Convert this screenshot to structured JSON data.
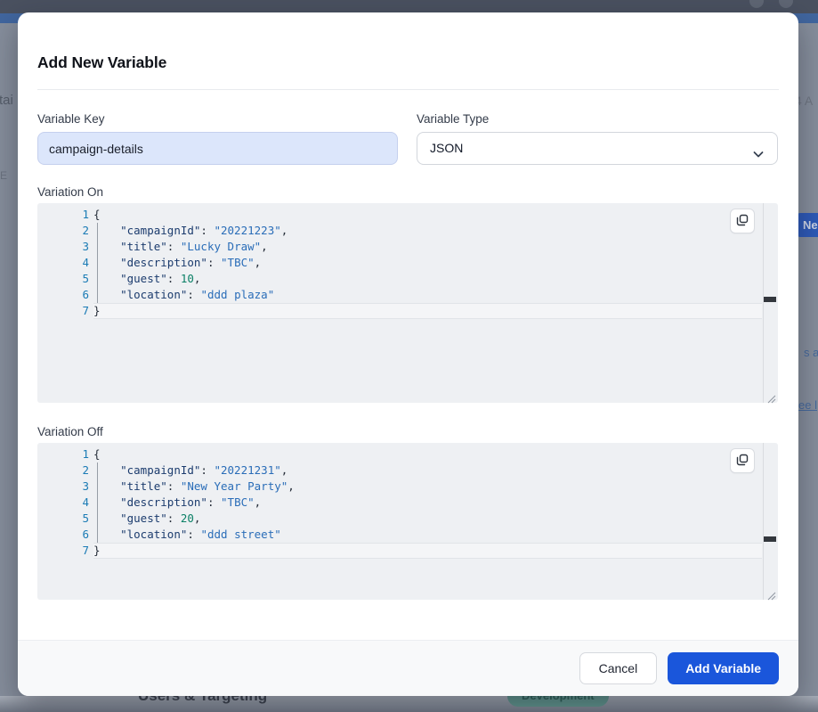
{
  "background_page": {
    "left_text_fragment_top": "tai",
    "left_text_fragment_bottom": "E",
    "right_text_fragment_top": "4 A",
    "right_button_fragment": "Ne",
    "right_link_fragment_1": "s a",
    "right_link_fragment_2": "ee l",
    "bottom_heading": "Users & Targeting",
    "bottom_badge": "Development"
  },
  "modal": {
    "title": "Add New Variable",
    "variable_key": {
      "label": "Variable Key",
      "value": "campaign-details"
    },
    "variable_type": {
      "label": "Variable Type",
      "value": "JSON"
    },
    "variation_on": {
      "label": "Variation On",
      "code_lines": [
        "{",
        "    \"campaignId\": \"20221223\",",
        "    \"title\": \"Lucky Draw\",",
        "    \"description\": \"TBC\",",
        "    \"guest\": 10,",
        "    \"location\": \"ddd plaza\"",
        "}"
      ]
    },
    "variation_off": {
      "label": "Variation Off",
      "code_lines": [
        "{",
        "    \"campaignId\": \"20221231\",",
        "    \"title\": \"New Year Party\",",
        "    \"description\": \"TBC\",",
        "    \"guest\": 20,",
        "    \"location\": \"ddd street\"",
        "}"
      ]
    },
    "footer": {
      "cancel_label": "Cancel",
      "submit_label": "Add Variable"
    }
  },
  "icons": {
    "copy": "copy-icon",
    "chevron": "chevron-down-icon",
    "resize": "resize-grip-icon"
  },
  "colors": {
    "accent_blue": "#1a56db",
    "code_key": "#1c3c6e",
    "code_string": "#2a6db8",
    "code_number": "#0b8066",
    "input_autofill_bg": "#dce6fb",
    "editor_bg": "#eef0f3",
    "topnav": "#4a5160",
    "subnav": "#41669f"
  }
}
